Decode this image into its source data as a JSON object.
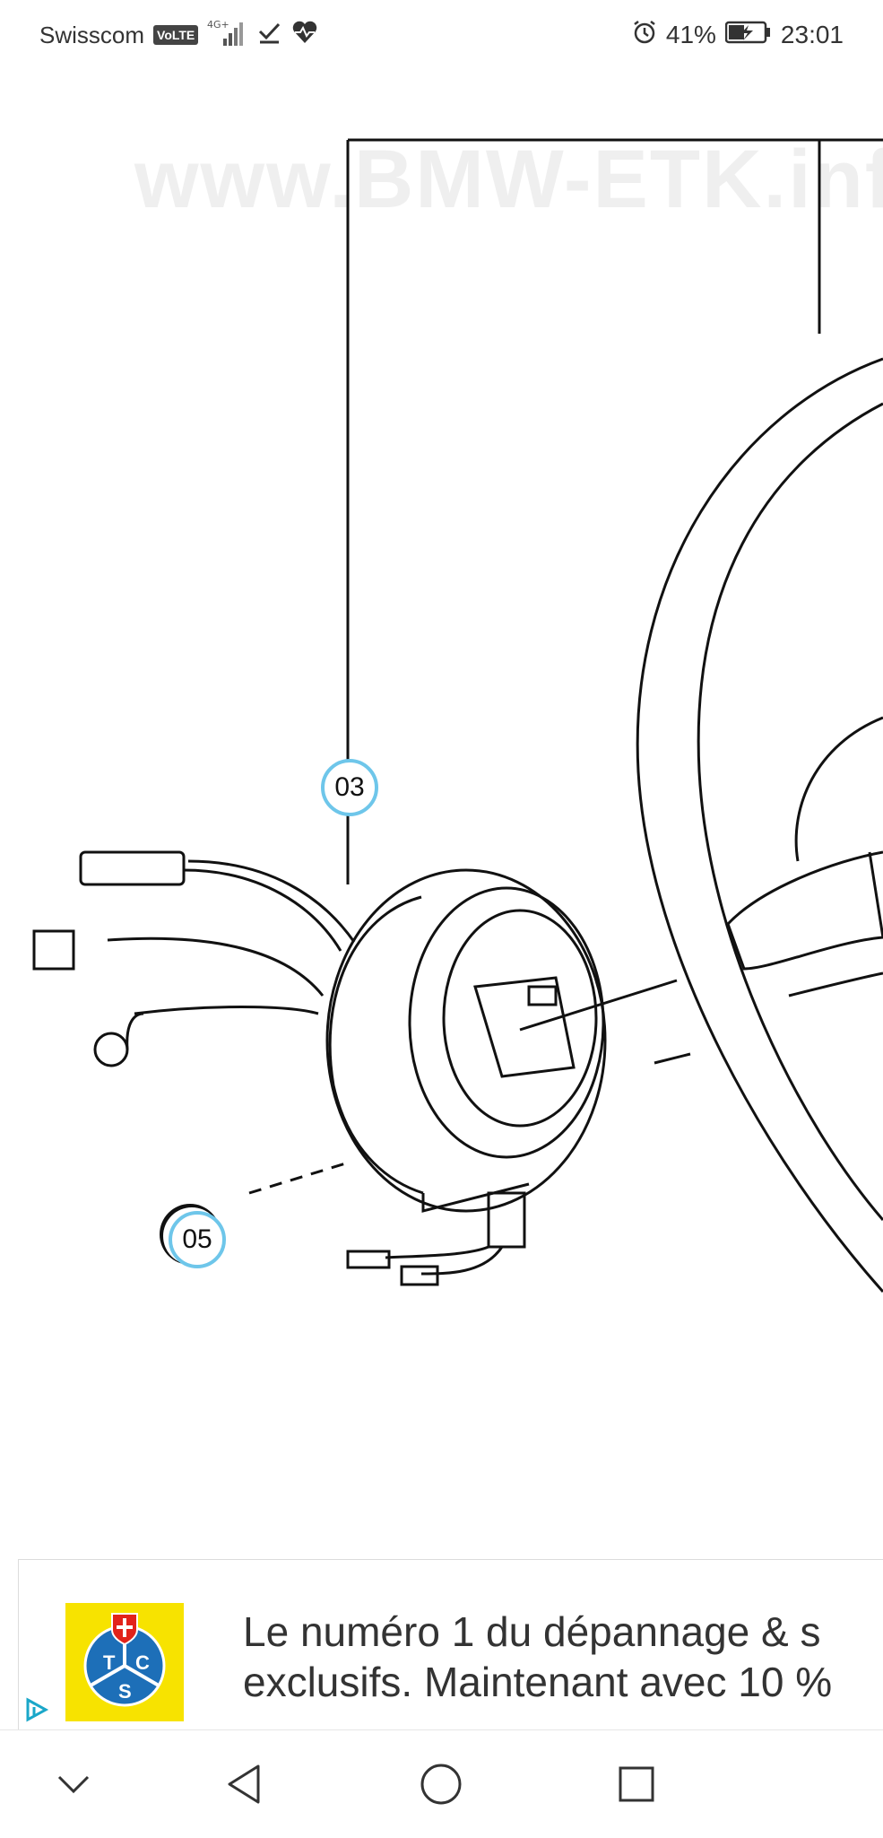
{
  "status_bar": {
    "carrier": "Swisscom",
    "volte": "VoLTE",
    "network": "4G+",
    "battery_percent": "41%",
    "time": "23:01"
  },
  "diagram": {
    "watermark": "www.BMW-ETK.info",
    "callouts": [
      {
        "label": "03"
      },
      {
        "label": "05"
      }
    ]
  },
  "ad": {
    "line1": "Le numéro 1 du dépannage & s",
    "line2": "exclusifs. Maintenant avec 10 %",
    "logo_letters": [
      "T",
      "C",
      "S"
    ],
    "logo_color": "#f7e300"
  },
  "nav": {
    "icons": [
      "chevron-down-icon",
      "back-icon",
      "home-icon",
      "recents-icon"
    ]
  },
  "colors": {
    "callout_ring": "#6ec6ea",
    "watermark": "#efefef"
  }
}
